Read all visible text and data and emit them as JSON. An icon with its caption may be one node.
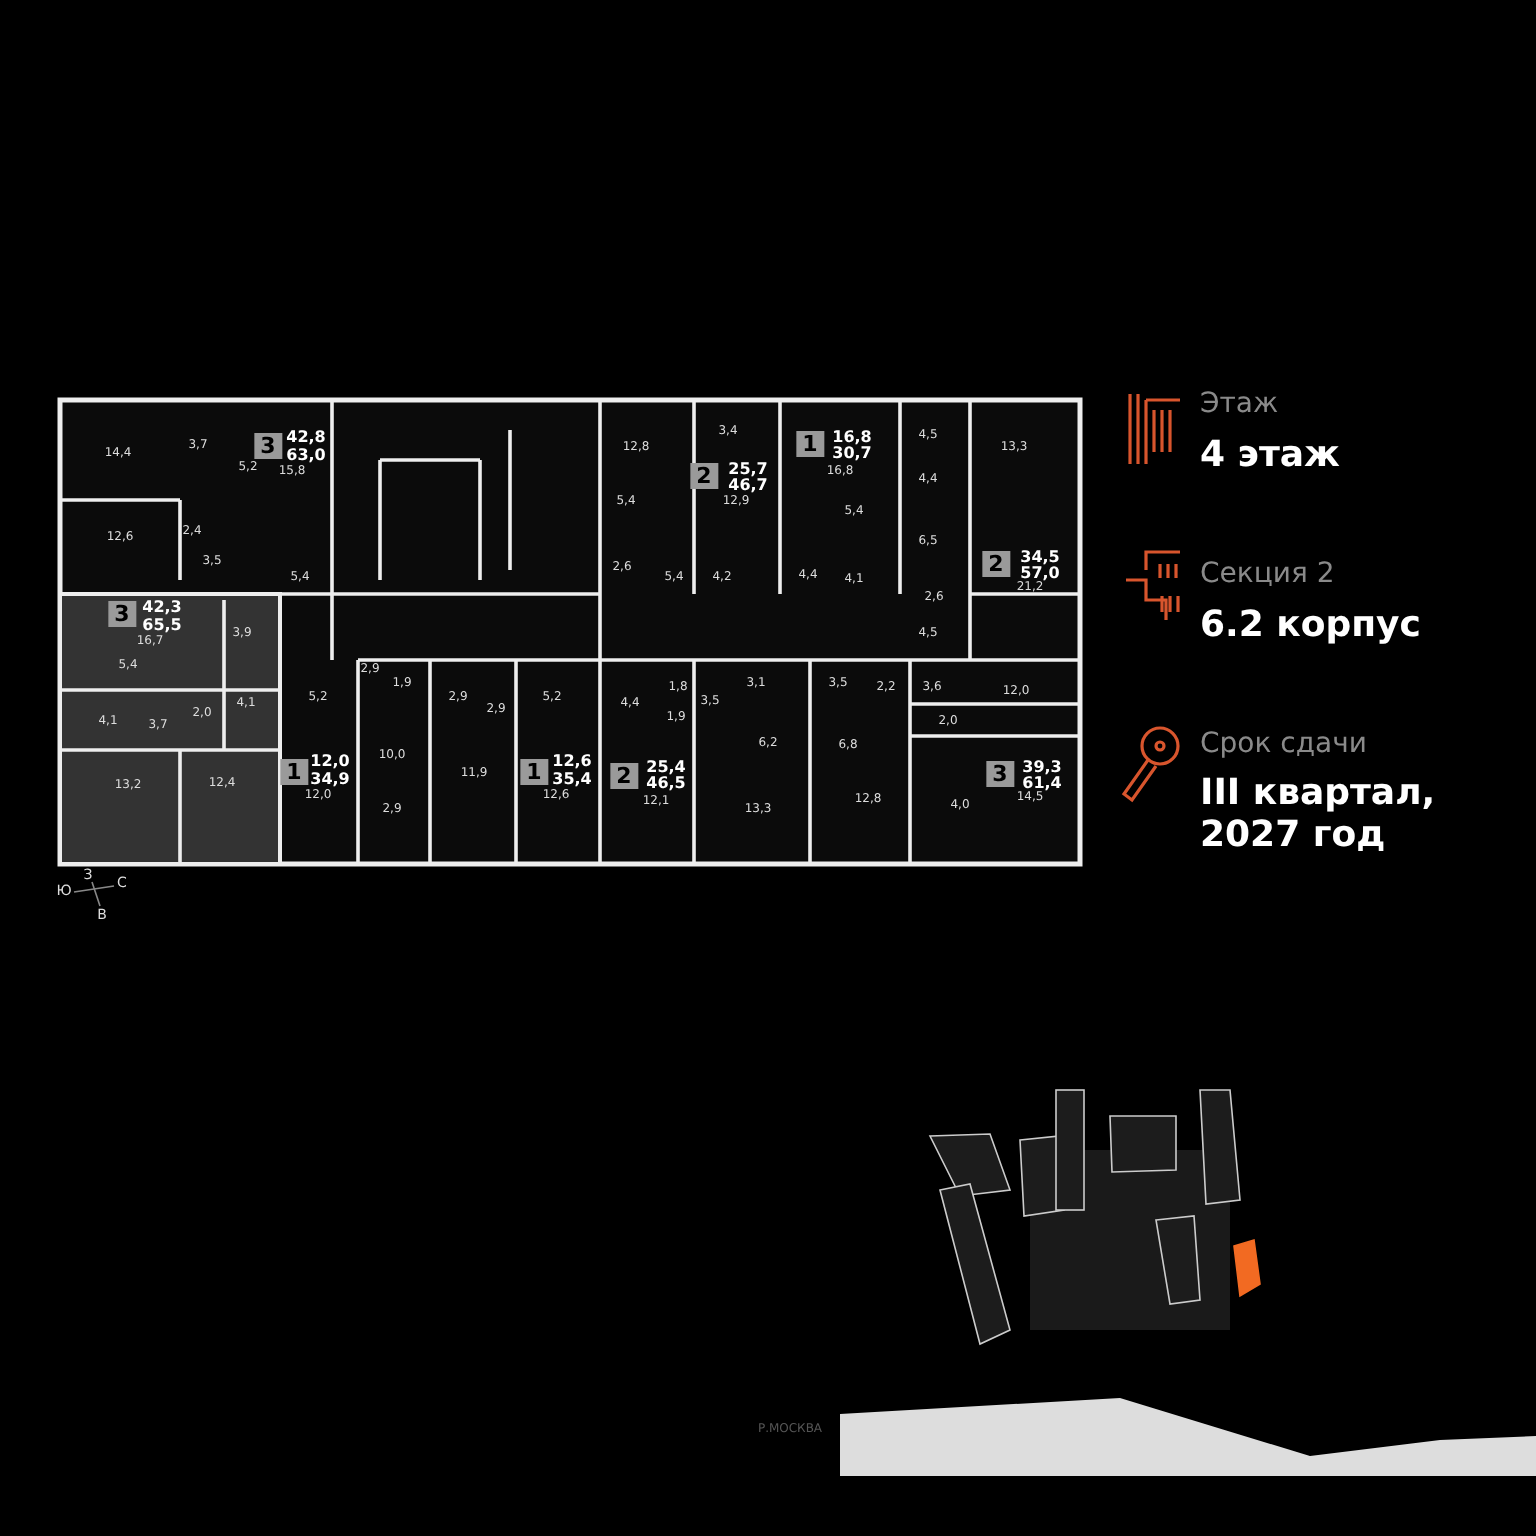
{
  "diagram": {
    "labels": [
      "14,4",
      "3,7",
      "5,2",
      "3",
      "42,8",
      "63,0",
      "15,8",
      "12,6",
      "2,4",
      "3,5",
      "5,4",
      "3",
      "42,3",
      "65,5",
      "16,7",
      "3,9",
      "5,4",
      "4,1",
      "3,7",
      "2,0",
      "4,1",
      "13,2",
      "12,4",
      "2,9",
      "1,9",
      "5,2",
      "2,9",
      "2,9",
      "5,2",
      "10,0",
      "11,9",
      "1",
      "12,0",
      "34,9",
      "12,0",
      "2,9",
      "1",
      "12,6",
      "35,4",
      "12,6",
      "12,8",
      "3,4",
      "5,4",
      "2",
      "25,7",
      "46,7",
      "12,9",
      "2,6",
      "5,4",
      "4,2",
      "1",
      "16,8",
      "30,7",
      "16,8",
      "5,4",
      "4,4",
      "4,1",
      "4,5",
      "13,3",
      "4,4",
      "6,5",
      "2",
      "34,5",
      "57,0",
      "21,2",
      "2,6",
      "4,5",
      "1,8",
      "4,4",
      "1,9",
      "3,1",
      "3,5",
      "6,2",
      "2",
      "25,4",
      "46,5",
      "12,1",
      "13,3",
      "3,5",
      "2,2",
      "3,6",
      "6,8",
      "12,8",
      "12,0",
      "2,0",
      "3",
      "39,3",
      "61,4",
      "14,5",
      "4,0",
      "З",
      "Ю",
      "С",
      "В",
      "Этаж",
      "4 этаж",
      "Секция 2",
      "6.2 корпус",
      "Срок сдачи",
      "III квартал, 2027 год",
      "Р.МОСКВА"
    ]
  }
}
